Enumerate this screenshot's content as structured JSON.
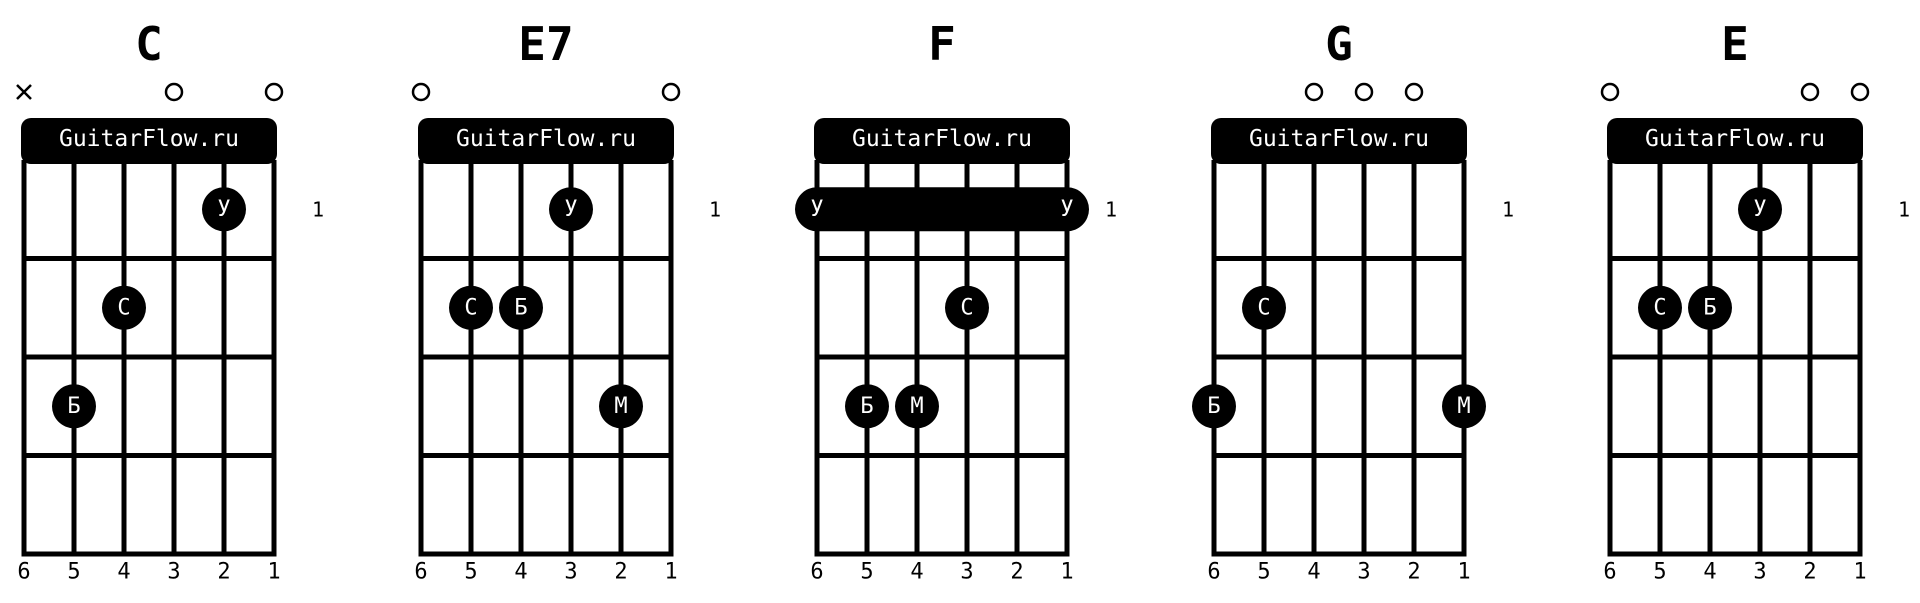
{
  "colors": {
    "ink": "#000000",
    "paper": "#ffffff"
  },
  "string_labels": [
    "6",
    "5",
    "4",
    "3",
    "2",
    "1"
  ],
  "chords": [
    {
      "name": "C",
      "brand": "GuitarFlow.ru",
      "fret_label": "1",
      "open_markers": [
        "x",
        "",
        "",
        "o",
        "",
        "o"
      ],
      "barre": null,
      "dots": [
        {
          "string": 2,
          "fret": 1,
          "finger": "У"
        },
        {
          "string": 4,
          "fret": 2,
          "finger": "С"
        },
        {
          "string": 5,
          "fret": 3,
          "finger": "Б"
        }
      ]
    },
    {
      "name": "E7",
      "brand": "GuitarFlow.ru",
      "fret_label": "1",
      "open_markers": [
        "o",
        "",
        "",
        "",
        "",
        "o"
      ],
      "barre": null,
      "dots": [
        {
          "string": 3,
          "fret": 1,
          "finger": "У"
        },
        {
          "string": 5,
          "fret": 2,
          "finger": "С"
        },
        {
          "string": 4,
          "fret": 2,
          "finger": "Б"
        },
        {
          "string": 2,
          "fret": 3,
          "finger": "М"
        }
      ]
    },
    {
      "name": "F",
      "brand": "GuitarFlow.ru",
      "fret_label": "1",
      "open_markers": [
        "",
        "",
        "",
        "",
        "",
        ""
      ],
      "barre": {
        "fret": 1,
        "from_string": 6,
        "to_string": 1,
        "left_finger": "У",
        "right_finger": "У"
      },
      "dots": [
        {
          "string": 3,
          "fret": 2,
          "finger": "С"
        },
        {
          "string": 5,
          "fret": 3,
          "finger": "Б"
        },
        {
          "string": 4,
          "fret": 3,
          "finger": "М"
        }
      ]
    },
    {
      "name": "G",
      "brand": "GuitarFlow.ru",
      "fret_label": "1",
      "open_markers": [
        "",
        "",
        "o",
        "o",
        "o",
        ""
      ],
      "barre": null,
      "dots": [
        {
          "string": 5,
          "fret": 2,
          "finger": "С"
        },
        {
          "string": 6,
          "fret": 3,
          "finger": "Б"
        },
        {
          "string": 1,
          "fret": 3,
          "finger": "М"
        }
      ]
    },
    {
      "name": "E",
      "brand": "GuitarFlow.ru",
      "fret_label": "1",
      "open_markers": [
        "o",
        "",
        "",
        "",
        "o",
        "o"
      ],
      "barre": null,
      "dots": [
        {
          "string": 3,
          "fret": 1,
          "finger": "У"
        },
        {
          "string": 5,
          "fret": 2,
          "finger": "С"
        },
        {
          "string": 4,
          "fret": 2,
          "finger": "Б"
        }
      ]
    }
  ]
}
